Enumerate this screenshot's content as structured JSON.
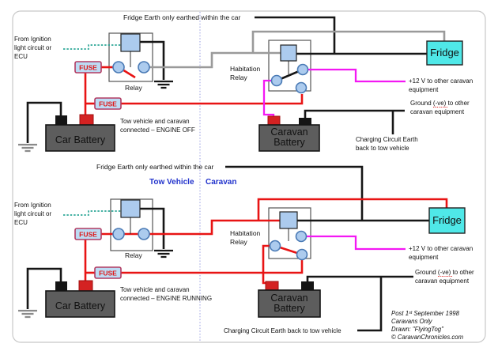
{
  "colors": {
    "wire_live_red": "#e81414",
    "wire_earth_black": "#161616",
    "wire_dead_gray": "#9a9a9a",
    "wire_equipment_magenta": "#f318f3",
    "wire_ignition_teal": "#2fa898",
    "component_fill_blue": "#accbee",
    "fridge_cyan": "#4fe8e8",
    "battery_gray": "#5d5d5d",
    "fuse_text_red": "#e01414",
    "header_blue": "#2233cc"
  },
  "headers": {
    "tow_vehicle": "Tow Vehicle",
    "caravan": "Caravan"
  },
  "credits": [
    "Post 1ˢᵗ September 1998",
    "Caravans  Only",
    "Drawn:  \"FlyingTog\"",
    "©  CaravanChronicles.com"
  ],
  "top": {
    "fridge_earth_note": "Fridge Earth only earthed within the car",
    "ignition_label": [
      "From Ignition",
      "light circuit or",
      "ECU"
    ],
    "fuse1": "FUSE",
    "fuse2": "FUSE",
    "relay_label": "Relay",
    "habitation_relay_label": [
      "Habitation",
      "Relay"
    ],
    "car_battery_label": "Car Battery",
    "caravan_battery_label": [
      "Caravan",
      "Battery"
    ],
    "fridge_label": "Fridge",
    "mode_note": [
      "Tow vehicle and caravan",
      "connected – ENGINE OFF"
    ],
    "plus12_note": [
      "+12 V to other caravan",
      "equipment"
    ],
    "ground_note": [
      "Ground (-ve) to other",
      "caravan equipment"
    ],
    "charging_note": [
      "Charging Circuit Earth",
      "back to tow vehicle"
    ]
  },
  "bottom": {
    "fridge_earth_note": "Fridge Earth only earthed within the car",
    "ignition_label": [
      "From Ignition",
      "light circuit or",
      "ECU"
    ],
    "fuse1": "FUSE",
    "fuse2": "FUSE",
    "relay_label": "Relay",
    "habitation_relay_label": [
      "Habitation",
      "Relay"
    ],
    "car_battery_label": "Car Battery",
    "caravan_battery_label": [
      "Caravan",
      "Battery"
    ],
    "fridge_label": "Fridge",
    "mode_note": [
      "Tow vehicle and caravan",
      "connected – ENGINE RUNNING"
    ],
    "plus12_note": [
      "+12 V to other caravan",
      "equipment"
    ],
    "ground_note": [
      "Ground (-ve) to other",
      "caravan equipment"
    ],
    "charging_note": "Charging Circuit Earth back to tow vehicle"
  }
}
